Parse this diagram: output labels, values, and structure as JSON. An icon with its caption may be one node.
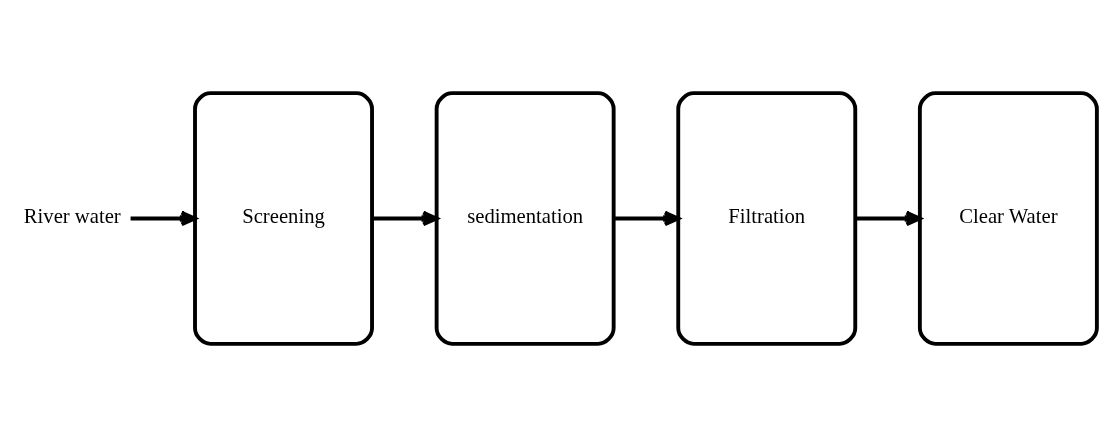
{
  "diagram": {
    "nodes": [
      {
        "text": [
          "River water"
        ]
      },
      {
        "text": [
          "Screening"
        ]
      },
      {
        "text": [
          "sedimentation"
        ]
      },
      {
        "text": [
          "Filtration"
        ]
      },
      {
        "text": [
          "Clear Water"
        ]
      }
    ],
    "edges": [
      {
        "from": 0,
        "to": 1,
        "arrow": "to"
      },
      {
        "from": 1,
        "to": 2,
        "arrow": "to"
      },
      {
        "from": 2,
        "to": 3,
        "arrow": "to"
      },
      {
        "from": 3,
        "to": 4,
        "arrow": "to"
      }
    ]
  }
}
